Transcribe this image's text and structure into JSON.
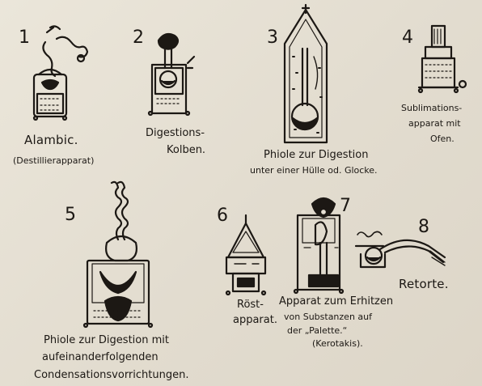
{
  "figures": [
    {
      "number": "1",
      "label": "Alambic.",
      "sublabel": "(Destillierapparat)"
    },
    {
      "number": "2",
      "line1": "Digestions-",
      "line2": "Kolben."
    },
    {
      "number": "3",
      "line1": "Phiole zur Digestion",
      "line2": "unter einer Hülle od. Glocke."
    },
    {
      "number": "4",
      "line1": "Sublimations-",
      "line2": "apparat mit",
      "line3": "Ofen."
    },
    {
      "number": "5",
      "line1": "Phiole zur Digestion mit",
      "line2": "aufeinanderfolgenden",
      "line3": "Condensationsvorrichtungen."
    },
    {
      "number": "6",
      "line1": "Röst-",
      "line2": "apparat."
    },
    {
      "number": "7",
      "line1": "Apparat zum Erhitzen",
      "line2": "von Substanzen auf",
      "line3": "der „Palette.“",
      "line4": "(Kerotakis)."
    },
    {
      "number": "8",
      "label": "Retorte."
    }
  ],
  "colors": {
    "paper": "#e6e0d4",
    "ink": "#1c1814"
  }
}
